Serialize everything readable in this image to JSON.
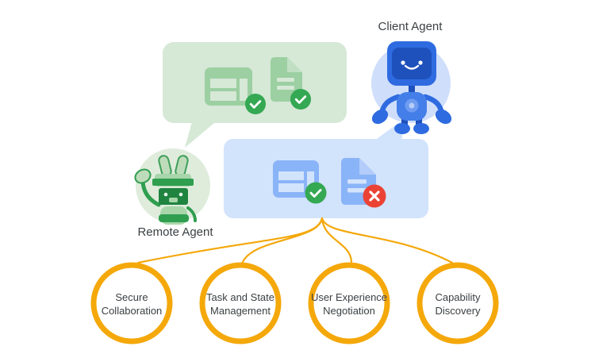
{
  "diagram": {
    "name": "agent-to-agent-protocol-diagram"
  },
  "agents": {
    "client": {
      "label": "Client Agent"
    },
    "remote": {
      "label": "Remote Agent"
    }
  },
  "messages": {
    "remote_bubble": {
      "owner": "Remote Agent",
      "items": [
        {
          "icon": "web-page-icon",
          "status": "success"
        },
        {
          "icon": "document-icon",
          "status": "success"
        }
      ]
    },
    "client_bubble": {
      "owner": "Client Agent",
      "items": [
        {
          "icon": "web-page-icon",
          "status": "success"
        },
        {
          "icon": "document-icon",
          "status": "error"
        }
      ]
    }
  },
  "capabilities": [
    {
      "line1": "Secure",
      "line2": "Collaboration"
    },
    {
      "line1": "Task and State",
      "line2": "Management"
    },
    {
      "line1": "User Experience",
      "line2": "Negotiation"
    },
    {
      "line1": "Capability",
      "line2": "Discovery"
    }
  ],
  "colors": {
    "green_bubble": "#d6e8d6",
    "green_icon": "#9ccfa2",
    "green_icon_fold": "#c1e0c3",
    "blue_bubble": "#d2e3fc",
    "blue_icon": "#8ab4f8",
    "blue_icon_fold": "#b3ccfa",
    "success_badge": "#34a853",
    "error_badge": "#ea4335",
    "accent_gold": "#f4a80a",
    "client_circle": "#cfdefb",
    "remote_circle": "#dfecdc",
    "text": "#3c4043"
  }
}
